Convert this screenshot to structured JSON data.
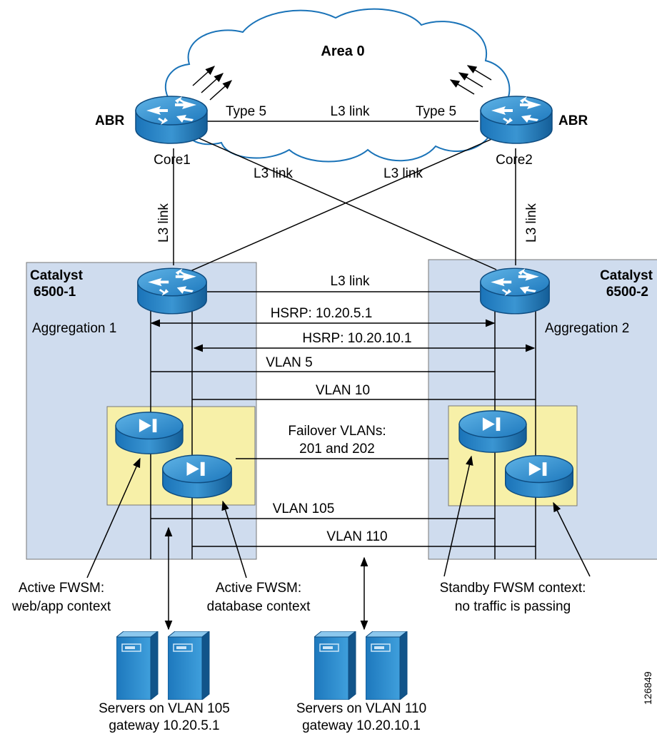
{
  "cloud": {
    "label": "Area 0"
  },
  "routers": {
    "core1": {
      "role": "ABR",
      "name": "Core1"
    },
    "core2": {
      "role": "ABR",
      "name": "Core2"
    }
  },
  "links": {
    "core_core": "L3 link",
    "type5_left": "Type 5",
    "type5_right": "Type 5",
    "cross_left": "L3 link",
    "cross_right": "L3 link",
    "vertical_left": "L3 link",
    "vertical_right": "L3 link",
    "agg_agg": "L3 link"
  },
  "aggregation": {
    "left": {
      "title_line1": "Catalyst",
      "title_line2": "6500-1",
      "name": "Aggregation 1"
    },
    "right": {
      "title_line1": "Catalyst",
      "title_line2": "6500-2",
      "name": "Aggregation 2"
    }
  },
  "vlans": {
    "hsrp1": "HSRP: 10.20.5.1",
    "hsrp2": "HSRP: 10.20.10.1",
    "vlan5": "VLAN 5",
    "vlan10": "VLAN 10",
    "failover_line1": "Failover VLANs:",
    "failover_line2": "201 and 202",
    "vlan105": "VLAN 105",
    "vlan110": "VLAN 110"
  },
  "callouts": {
    "active_web_line1": "Active FWSM:",
    "active_web_line2": "web/app context",
    "active_db_line1": "Active FWSM:",
    "active_db_line2": "database context",
    "standby_line1": "Standby FWSM context:",
    "standby_line2": "no traffic is passing"
  },
  "servers": {
    "left_line1": "Servers on VLAN 105",
    "left_line2": "gateway 10.20.5.1",
    "right_line1": "Servers on VLAN 110",
    "right_line2": "gateway 10.20.10.1"
  },
  "figure_id": "126849",
  "colors": {
    "device_blue": "#1a73b8",
    "device_light": "#4aa3d8",
    "aggregation_fill": "#cfdcee",
    "fwsm_fill": "#f7f0a8",
    "line": "#000000"
  }
}
